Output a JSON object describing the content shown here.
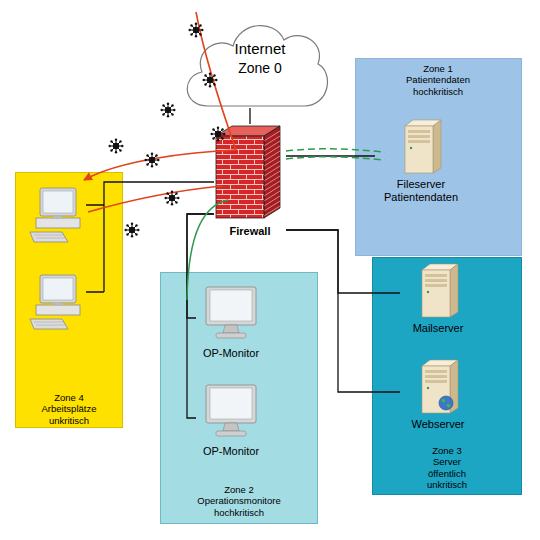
{
  "diagram": {
    "nodes": [
      {
        "text": [
          "Internet",
          "Zone 0"
        ]
      },
      {
        "text": [
          "Zone 1 Patientendaten hochkritisch"
        ]
      },
      {
        "text": [
          "Fileserver Patientendaten"
        ],
        "in": 1
      },
      {
        "text": [
          "Zone 4 Arbeitsplätze unkritisch"
        ]
      },
      {
        "text": [
          "Firewall"
        ]
      },
      {
        "text": [
          "Zone 2 Operationsmonitore hochkritisch"
        ]
      },
      {
        "text": [
          "OP-Monitor"
        ],
        "in": 5
      },
      {
        "text": [
          "OP-Monitor"
        ],
        "in": 5
      },
      {
        "text": [
          "Zone 3 Server öffentlich unkritisch"
        ]
      },
      {
        "text": [
          "Mailserver"
        ],
        "in": 8
      },
      {
        "text": [
          "Webserver"
        ],
        "in": 8
      }
    ],
    "edges": [
      {
        "from": 4,
        "to": 0,
        "arrow": "none"
      },
      {
        "from": 4,
        "to": 2,
        "arrow": "none"
      },
      {
        "from": 4,
        "to": 6,
        "arrow": "none"
      },
      {
        "from": 4,
        "to": 7,
        "arrow": "none"
      },
      {
        "from": 4,
        "to": 9,
        "arrow": "none"
      },
      {
        "from": 4,
        "to": 10,
        "arrow": "none"
      }
    ]
  }
}
